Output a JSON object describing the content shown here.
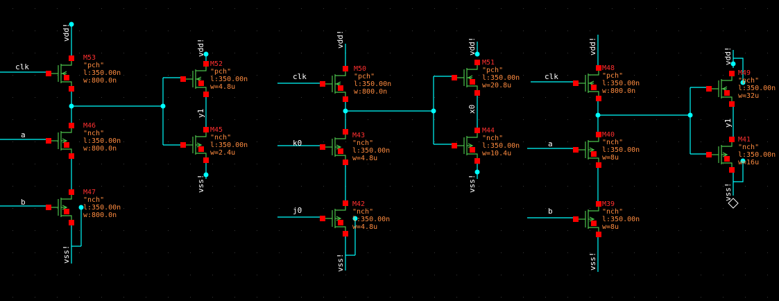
{
  "colors": {
    "background": "#000000",
    "wire": "#00ffff",
    "device": "#4cc44c",
    "pin": "#ff0000",
    "junction": "#00ffff",
    "inst_name": "#ff3030",
    "param": "#ff8c40",
    "net_label": "#ffffff"
  },
  "stages": [
    {
      "inputs": {
        "clk": "clk",
        "a": "a",
        "b": "b"
      },
      "rails": {
        "vdd": "vdd!",
        "vss": "vss!"
      },
      "devices": [
        {
          "name": "M53",
          "model": "\"pch\"",
          "l": "l:350.00n",
          "w": "w:800.0n"
        },
        {
          "name": "M46",
          "model": "\"nch\"",
          "l": "l:350.00n",
          "w": "w:800.0n"
        },
        {
          "name": "M47",
          "model": "\"nch\"",
          "l": "l:350.00n",
          "w": "w:800.0n"
        }
      ]
    },
    {
      "rails": {
        "vdd": "vdd!",
        "vss": "vss!"
      },
      "output": "y1",
      "devices": [
        {
          "name": "M52",
          "model": "\"pch\"",
          "l": "l:350.00n",
          "w": "w=4.8u"
        },
        {
          "name": "M45",
          "model": "\"nch\"",
          "l": "l:350.00n",
          "w": "w=2.4u"
        }
      ]
    },
    {
      "inputs": {
        "clk": "clk",
        "k": "k0",
        "j": "j0"
      },
      "rails": {
        "vdd": "vdd!",
        "vss": "vss!"
      },
      "devices": [
        {
          "name": "M50",
          "model": "\"pch\"",
          "l": "l:350.00n",
          "w": "w:800.0n"
        },
        {
          "name": "M43",
          "model": "\"nch\"",
          "l": "l:350.00n",
          "w": "w=4.8u"
        },
        {
          "name": "M42",
          "model": "\"nch\"",
          "l": "l:350.00n",
          "w": "w=4.8u"
        }
      ]
    },
    {
      "rails": {
        "vdd": "vdd!",
        "vss": "vss!"
      },
      "output": "x0",
      "devices": [
        {
          "name": "M51",
          "model": "\"pch\"",
          "l": "l:350.00n",
          "w": "w=20.8u"
        },
        {
          "name": "M44",
          "model": "\"nch\"",
          "l": "l:350.00n",
          "w": "w=10.4u"
        }
      ]
    },
    {
      "inputs": {
        "clk": "clk",
        "a": "a",
        "b": "b"
      },
      "rails": {
        "vdd": "vdd!",
        "vss": "vss!"
      },
      "devices": [
        {
          "name": "M48",
          "model": "\"pch\"",
          "l": "l:350.00n",
          "w": "w:800.0n"
        },
        {
          "name": "M40",
          "model": "\"nch\"",
          "l": "l:350.00n",
          "w": "w=8u"
        },
        {
          "name": "M39",
          "model": "\"nch\"",
          "l": "l:350.00n",
          "w": "w=8u"
        }
      ]
    },
    {
      "rails": {
        "vdd": "vdd!",
        "vss": "vss!"
      },
      "output": "y1",
      "devices": [
        {
          "name": "M49",
          "model": "\"pch\"",
          "l": "l:350.00n",
          "w": "w=32u"
        },
        {
          "name": "M41",
          "model": "\"nch\"",
          "l": "l:350.00n",
          "w": "w=16u"
        }
      ]
    }
  ]
}
